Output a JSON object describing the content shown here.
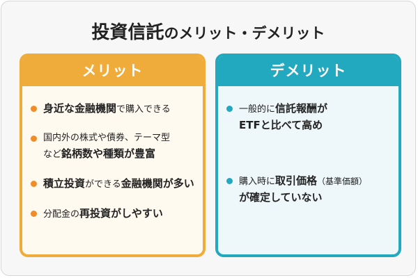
{
  "title": {
    "main": "投資信託",
    "sub": "のメリット・デメリット"
  },
  "merit": {
    "header": "メリット",
    "items": [
      {
        "p1_bold": "身近な金融機関",
        "p2": "で購入できる"
      },
      {
        "p1": "国内外の株式や債券、テーマ型",
        "p2": "など",
        "p3_bold": "銘柄数や種類が豊富"
      },
      {
        "p1_bold": "積立投資",
        "p2": "ができる",
        "p3_bold": "金融機関が多い"
      },
      {
        "p1": "分配金の",
        "p2_bold": "再投資がしやすい"
      }
    ]
  },
  "demerit": {
    "header": "デメリット",
    "items": [
      {
        "p1": "一般的に",
        "p2_bold": "信託報酬が",
        "p3_bold": "ETFと比べて高め"
      },
      {
        "p1": "購入時に",
        "p2_bold": "取引価格",
        "p3": "（基準価額）",
        "p4_bold": "が確定していない"
      }
    ]
  },
  "colors": {
    "merit_accent": "#f0ac3a",
    "merit_bullet": "#f08c2a",
    "demerit_accent": "#22a8bf",
    "text": "#222222"
  }
}
